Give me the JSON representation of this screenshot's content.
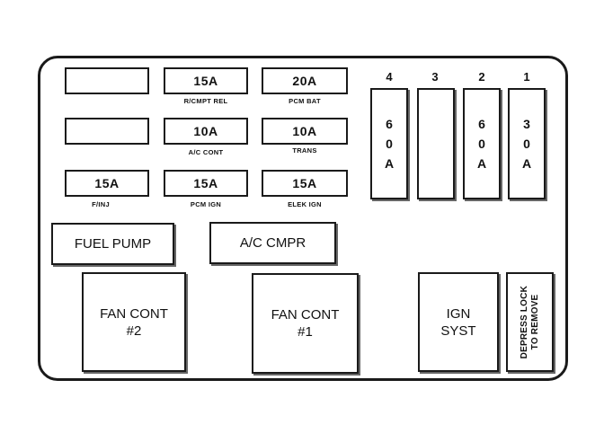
{
  "fuses": {
    "r1c1_value": "",
    "r1c2_value": "15A",
    "r1c2_label": "R/CMPT REL",
    "r1c3_value": "20A",
    "r1c3_label": "PCM BAT",
    "r2c1_value": "",
    "r2c2_value": "10A",
    "r2c2_label": "A/C CONT",
    "r2c3_value": "10A",
    "r2c3_label": "TRANS",
    "r3c1_value": "15A",
    "r3c1_label": "F/INJ",
    "r3c2_value": "15A",
    "r3c2_label": "PCM IGN",
    "r3c3_value": "15A",
    "r3c3_label": "ELEK IGN"
  },
  "maxi_fuses": {
    "numbers": [
      "4",
      "3",
      "2",
      "1"
    ],
    "f4": [
      "6",
      "0",
      "A"
    ],
    "f2": [
      "6",
      "0",
      "A"
    ],
    "f1": [
      "3",
      "0",
      "A"
    ]
  },
  "relays": {
    "fuel_pump": "FUEL PUMP",
    "ac_cmpr": "A/C CMPR",
    "fan_cont_2_line1": "FAN CONT",
    "fan_cont_2_line2": "#2",
    "fan_cont_1_line1": "FAN CONT",
    "fan_cont_1_line2": "#1",
    "ign_syst_line1": "IGN",
    "ign_syst_line2": "SYST"
  },
  "lock_tab": {
    "line1": "DEPRESS LOCK",
    "line2": "TO REMOVE"
  }
}
